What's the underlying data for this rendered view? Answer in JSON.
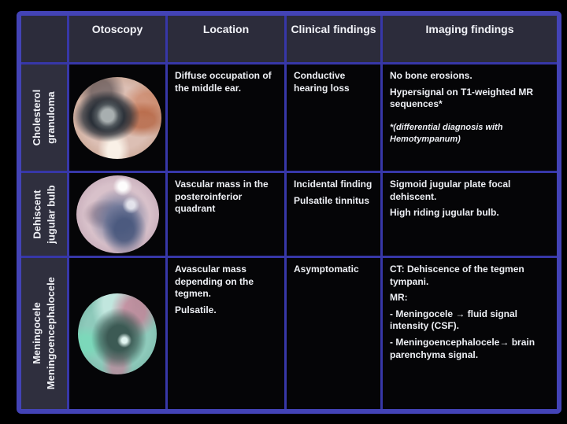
{
  "colors": {
    "background": "#000000",
    "outer_border": "#4343b6",
    "grid_line": "#3737a8",
    "header_bg": "#2c2c3b",
    "label_bg": "#2f2f3e",
    "cell_bg": "#050507",
    "text": "#eef0f5"
  },
  "table": {
    "headers": [
      {
        "label": ""
      },
      {
        "label": "Otoscopy"
      },
      {
        "label": "Location"
      },
      {
        "label": "Clinical findings"
      },
      {
        "label": "Imaging findings"
      }
    ],
    "rows": [
      {
        "label_line1": "Cholesterol",
        "label_line2": "granuloma",
        "otoscopy_image": "otoscopy-photo-cholesterol-granuloma",
        "location": [
          "Diffuse occupation of the middle ear."
        ],
        "clinical": [
          "Conductive hearing loss"
        ],
        "imaging": [
          "No bone erosions.",
          "Hypersignal on T1-weighted MR sequences*"
        ],
        "imaging_note": "*(differential diagnosis with Hemotympanum)"
      },
      {
        "label_line1": "Dehiscent",
        "label_line2": "jugular bulb",
        "otoscopy_image": "otoscopy-photo-dehiscent-jugular-bulb",
        "location": [
          "Vascular mass in the posteroinferior quadrant"
        ],
        "clinical": [
          "Incidental finding",
          "Pulsatile tinnitus"
        ],
        "imaging": [
          "Sigmoid jugular plate focal dehiscent.",
          "High riding jugular bulb."
        ]
      },
      {
        "label_line1": "Meningocele",
        "label_line2": "Meningoencephalocele",
        "otoscopy_image": "otoscopy-photo-meningocele",
        "location": [
          "Avascular mass depending on the tegmen.",
          "Pulsatile."
        ],
        "clinical": [
          "Asymptomatic"
        ],
        "imaging": [
          "CT: Dehiscence of the tegmen tympani.",
          "MR:",
          "- Meningocele → fluid signal intensity (CSF).",
          "- Meningoencephalocele→ brain parenchyma signal."
        ]
      }
    ]
  }
}
